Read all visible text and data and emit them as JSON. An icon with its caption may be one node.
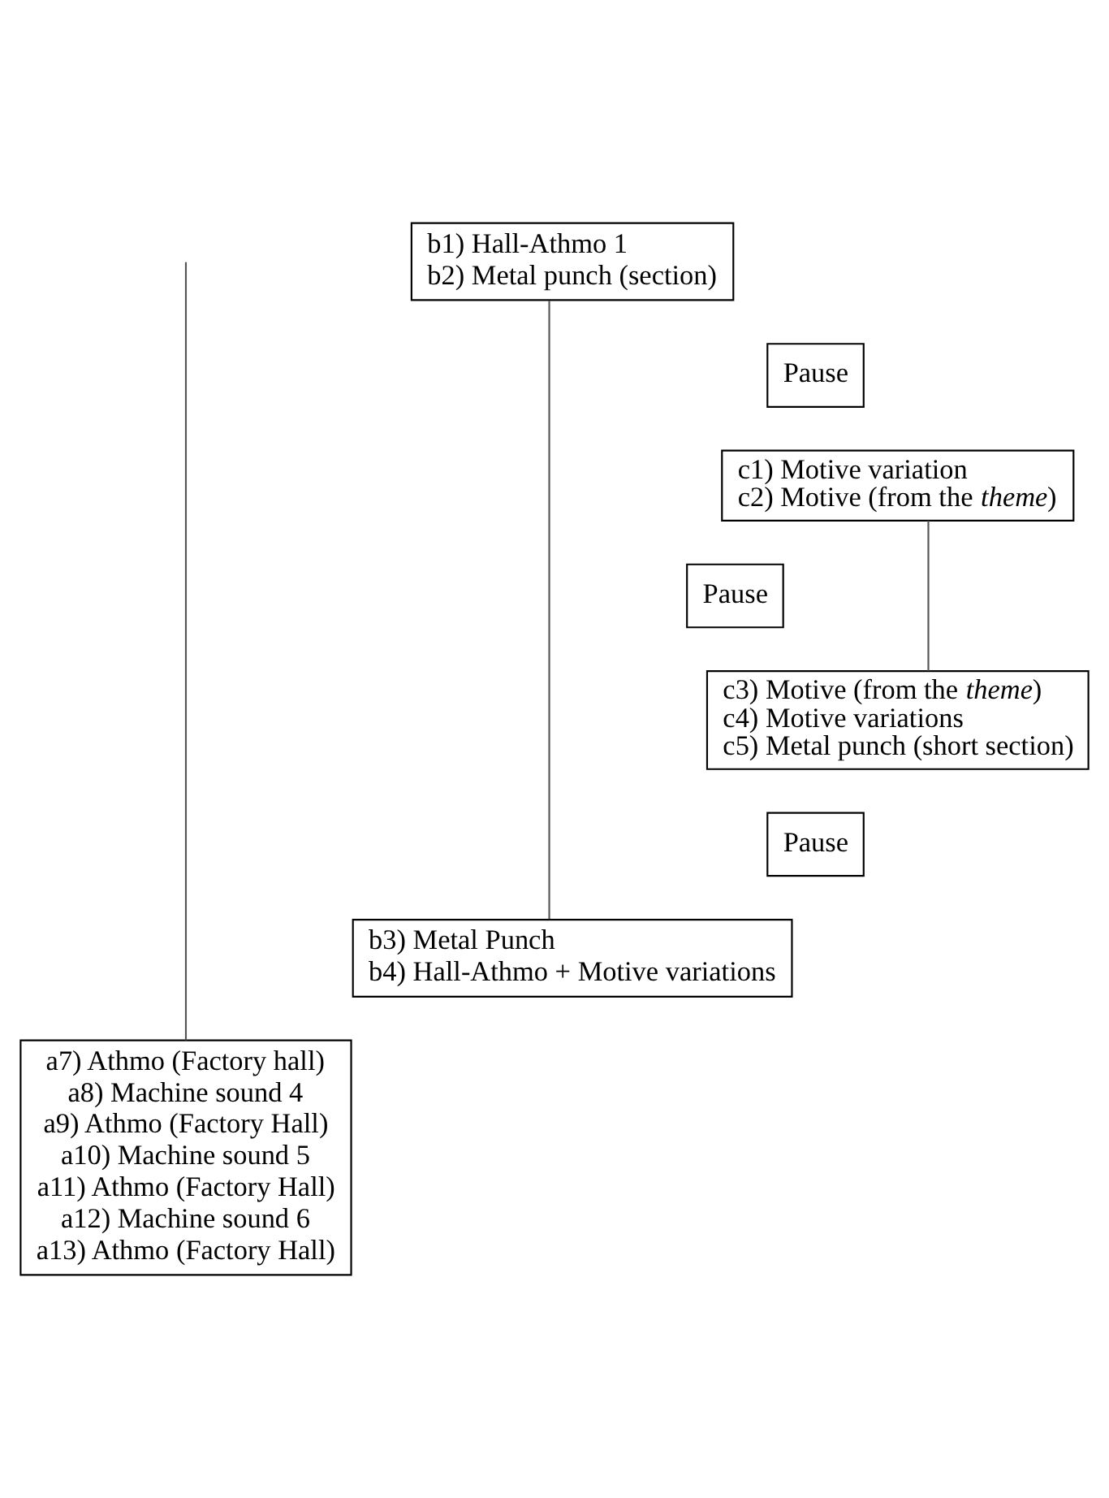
{
  "diagram": {
    "nodes": [
      {
        "text": [
          "b1) Hall-Athmo 1",
          "b2) Metal punch (section)"
        ]
      },
      {
        "text": [
          "Pause"
        ]
      },
      {
        "text": [
          "c1) Motive variation",
          "c2) Motive (from the *theme*)"
        ]
      },
      {
        "text": [
          "Pause"
        ]
      },
      {
        "text": [
          "c3) Motive (from the *theme*)",
          "c4) Motive variations",
          "c5) Metal punch (short section)"
        ]
      },
      {
        "text": [
          "Pause"
        ]
      },
      {
        "text": [
          "b3) Metal Punch",
          "b4) Hall-Athmo + Motive variations"
        ]
      },
      {
        "text": [
          "a7) Athmo (Factory hall)",
          "a8) Machine sound 4",
          "a9) Athmo (Factory Hall)",
          "a10) Machine sound 5",
          "a11) Athmo (Factory Hall)",
          "a12) Machine sound 6",
          "a13) Athmo (Factory Hall)"
        ]
      }
    ],
    "edges": [
      {
        "from": null,
        "to": 7,
        "arrow": "none"
      },
      {
        "from": 0,
        "to": 6,
        "arrow": "none"
      },
      {
        "from": 2,
        "to": 4,
        "arrow": "none"
      }
    ]
  }
}
